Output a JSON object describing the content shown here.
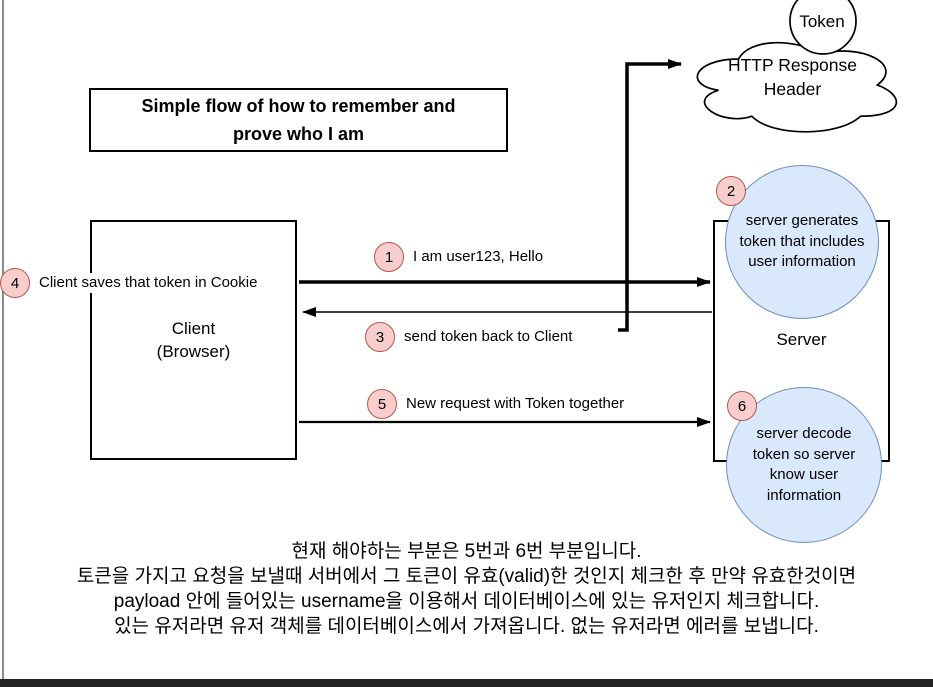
{
  "title_box": {
    "text": "Simple flow of how to remember and\nprove who I am"
  },
  "cloud": {
    "text": "HTTP Response\nHeader"
  },
  "token": {
    "text": "Token"
  },
  "client_box": {
    "text": "Client\n(Browser)"
  },
  "server_box": {
    "text": "Server"
  },
  "steps": [
    {
      "num": "1",
      "label": "I am user123, Hello"
    },
    {
      "num": "2",
      "label": "server generates\ntoken that includes\nuser information"
    },
    {
      "num": "3",
      "label": "send token back to Client"
    },
    {
      "num": "4",
      "label": "Client saves that token in Cookie"
    },
    {
      "num": "5",
      "label": "New request with Token together"
    },
    {
      "num": "6",
      "label": "server decode\ntoken so server\nknow user\ninformation"
    }
  ],
  "notes": {
    "lines": [
      "현재 해야하는 부분은 5번과 6번 부분입니다.",
      "토큰을 가지고 요청을 보낼때 서버에서 그 토큰이 유효(valid)한 것인지 체크한 후 만약 유효한것이면",
      "payload 안에 들어있는 username을 이용해서 데이터베이스에 있는 유저인지 체크합니다.",
      "있는 유저라면 유저 객체를 데이터베이스에서 가져옵니다. 없는 유저라면 에러를 보냅니다."
    ]
  },
  "colors": {
    "step_circle_fill": "#f8cecc",
    "step_circle_stroke": "#b85450",
    "info_circle_fill": "#dae8fc",
    "info_circle_stroke": "#6c8ebf",
    "line_color": "#000000",
    "window_left_border": "#8a8a8a",
    "bottom_bar": "#232323"
  }
}
